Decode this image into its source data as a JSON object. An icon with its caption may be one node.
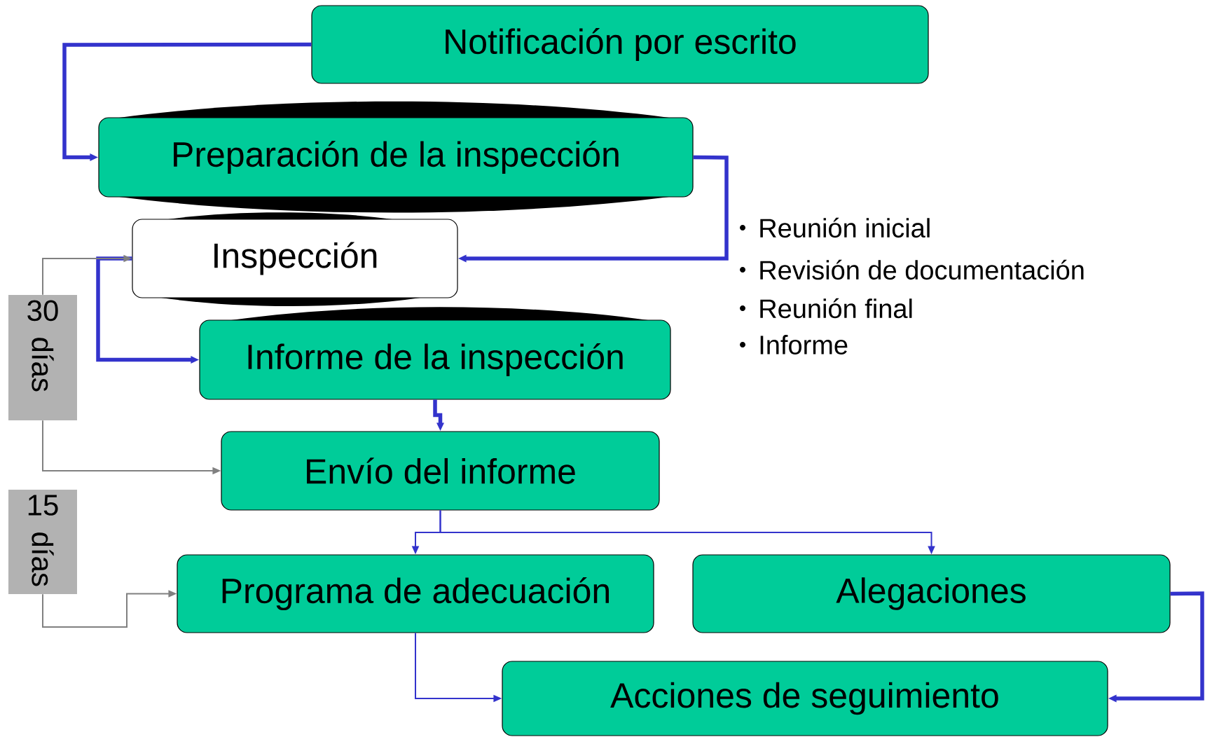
{
  "diagram": {
    "nodes": [
      {
        "text": [
          "Notificación por escrito"
        ]
      },
      {
        "text": [
          "Preparación de la inspección"
        ]
      },
      {
        "text": [
          "Inspección"
        ]
      },
      {
        "text": [
          "Informe de la inspección"
        ]
      },
      {
        "text": [
          "Envío del informe"
        ]
      },
      {
        "text": [
          "Programa de adecuación"
        ]
      },
      {
        "text": [
          "Alegaciones"
        ]
      },
      {
        "text": [
          "Acciones de seguimiento"
        ]
      },
      {
        "text": [
          "30",
          "días"
        ]
      },
      {
        "text": [
          "15",
          "días"
        ]
      }
    ],
    "edges": [
      {
        "from": 0,
        "to": 1,
        "arrow": "to",
        "style": "thick"
      },
      {
        "from": 1,
        "to": 2,
        "arrow": "to",
        "style": "thick"
      },
      {
        "from": 2,
        "to": 3,
        "arrow": "to",
        "style": "thick"
      },
      {
        "from": 3,
        "to": 4,
        "arrow": "to",
        "style": "thick"
      },
      {
        "from": 4,
        "to": 5,
        "arrow": "to"
      },
      {
        "from": 4,
        "to": 6,
        "arrow": "to"
      },
      {
        "from": 5,
        "to": 7,
        "arrow": "to"
      },
      {
        "from": 6,
        "to": 7,
        "arrow": "to",
        "style": "thick"
      },
      {
        "from": 8,
        "to": 2,
        "arrow": "to",
        "color": "#808080"
      },
      {
        "from": 8,
        "to": 4,
        "arrow": "to",
        "color": "#808080"
      },
      {
        "from": 9,
        "to": 5,
        "arrow": "to",
        "color": "#808080"
      }
    ],
    "labels": [
      "Reunión inicial",
      "Revisión de documentación",
      "Reunión final",
      "Informe"
    ]
  }
}
